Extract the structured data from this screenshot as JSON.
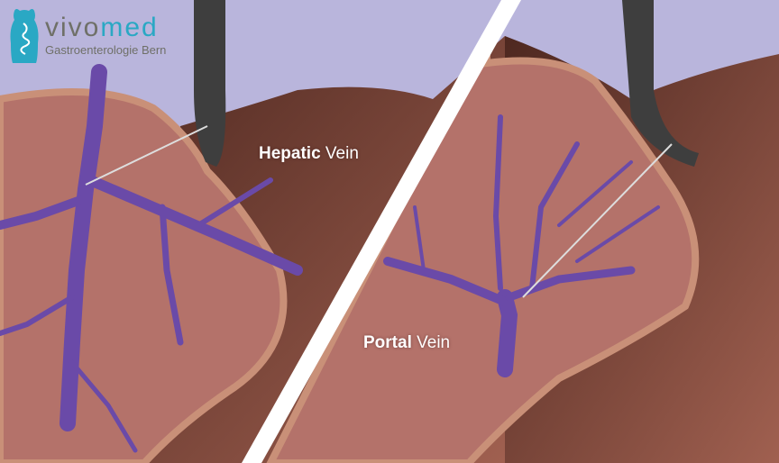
{
  "logo": {
    "brand_part1": "vivo",
    "brand_part2": "med",
    "subtitle": "Gastroenterologie Bern"
  },
  "labels": {
    "hepatic": {
      "bold": "Hepatic",
      "rest": " Vein"
    },
    "portal": {
      "bold": "Portal",
      "rest": " Vein"
    }
  },
  "colors": {
    "background": "#b9b5dc",
    "liver": "#b4726a",
    "stomach": "#6a3a30",
    "vein": "#6a4aa8",
    "brand": "#2aa8c4"
  }
}
